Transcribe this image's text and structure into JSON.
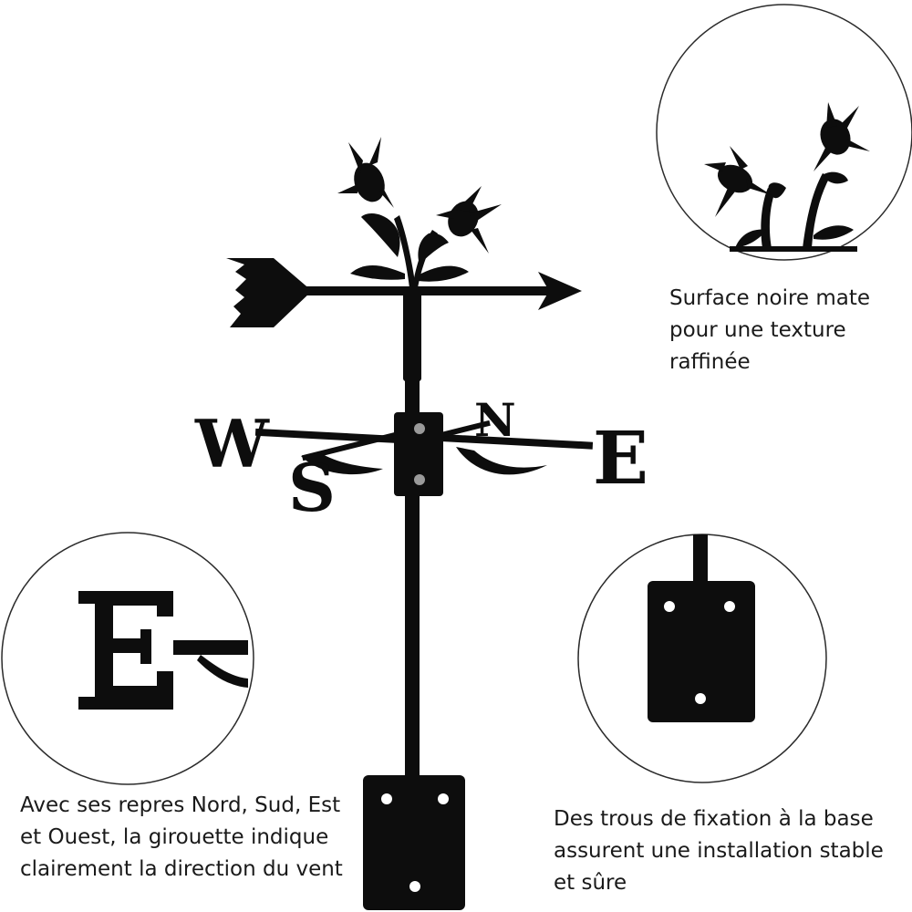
{
  "product": {
    "compass_letters": {
      "west": "W",
      "east": "E",
      "north": "N",
      "south": "S"
    }
  },
  "captions": {
    "finish": [
      "Surface noire mate",
      "pour une texture",
      "raffinée"
    ],
    "compass": [
      "Avec ses repres Nord, Sud, Est",
      "et Ouest, la girouette indique",
      "clairement la direction du vent"
    ],
    "mount": [
      "Des trous de fixation à la base",
      "assurent une installation stable",
      "et sûre"
    ]
  },
  "colors": {
    "metal": "#0d0d0d",
    "background": "#ffffff",
    "circle_outline": "#2b2b2b",
    "text": "#1a1a1a"
  }
}
